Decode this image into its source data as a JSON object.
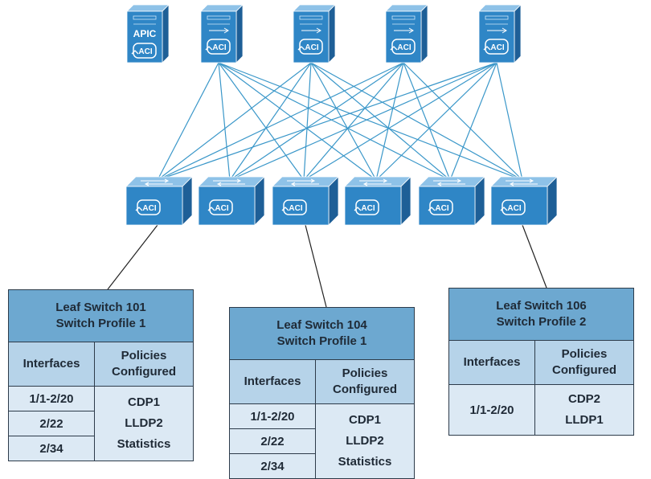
{
  "apic_label": "APIC",
  "aci_label": "ACI",
  "spine_count": 4,
  "leaf_count": 6,
  "colors": {
    "device_face": "#2f86c6",
    "device_side": "#1e5f97",
    "device_top": "#8ec2e8",
    "link": "#3a97c9",
    "connector": "#222222",
    "title_fill": "#6da8d0",
    "header_fill": "#b6d3e9",
    "cell_fill": "#dce9f4"
  },
  "tables": [
    {
      "title": [
        "Leaf Switch 101",
        "Switch Profile 1"
      ],
      "col_headers": [
        "Interfaces",
        [
          "Policies",
          "Configured"
        ]
      ],
      "interfaces": [
        "1/1-2/20",
        "2/22",
        "2/34"
      ],
      "policies": [
        "CDP1",
        "LLDP2",
        "Statistics"
      ]
    },
    {
      "title": [
        "Leaf Switch 104",
        "Switch Profile 1"
      ],
      "col_headers": [
        "Interfaces",
        [
          "Policies",
          "Configured"
        ]
      ],
      "interfaces": [
        "1/1-2/20",
        "2/22",
        "2/34"
      ],
      "policies": [
        "CDP1",
        "LLDP2",
        "Statistics"
      ]
    },
    {
      "title": [
        "Leaf Switch 106",
        "Switch Profile 2"
      ],
      "col_headers": [
        "Interfaces",
        [
          "Policies",
          "Configured"
        ]
      ],
      "interfaces": [
        "1/1-2/20"
      ],
      "policies": [
        "CDP2",
        "LLDP1"
      ]
    }
  ]
}
